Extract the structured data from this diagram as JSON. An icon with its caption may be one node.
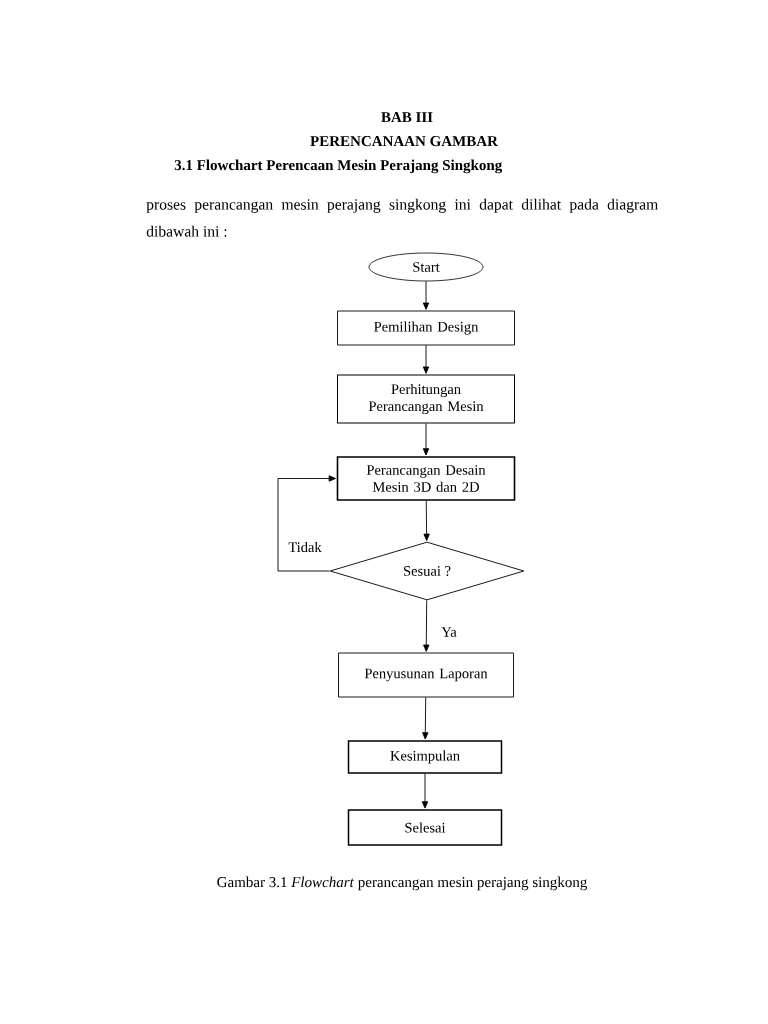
{
  "diagram": {
    "title": "3.1 Flowchart Perencaan Mesin Perajang Singkong",
    "caption": "Gambar 3.1 *Flowchart* perancangan mesin perajang singkong",
    "nodes": [
      {
        "text": [
          "Start"
        ]
      },
      {
        "text": [
          "Pemilihan Design"
        ]
      },
      {
        "text": [
          "Perhitungan Perancangan Mesin"
        ]
      },
      {
        "text": [
          "Perancangan Desain Mesin 3D dan 2D"
        ]
      },
      {
        "text": [
          "Sesuai ?"
        ]
      },
      {
        "text": [
          "Penyusunan Laporan"
        ]
      },
      {
        "text": [
          "Kesimpulan"
        ]
      },
      {
        "text": [
          "Selesai"
        ]
      }
    ],
    "edges": [
      {
        "from": 0,
        "to": 1,
        "arrow": "to"
      },
      {
        "from": 1,
        "to": 2,
        "arrow": "to"
      },
      {
        "from": 2,
        "to": 3,
        "arrow": "to"
      },
      {
        "from": 3,
        "to": 4,
        "arrow": "to"
      },
      {
        "from": 4,
        "to": 3,
        "arrow": "to",
        "label": "Tidak"
      },
      {
        "from": 4,
        "to": 5,
        "arrow": "to",
        "label": "Ya"
      },
      {
        "from": 5,
        "to": 6,
        "arrow": "to"
      },
      {
        "from": 6,
        "to": 7,
        "arrow": "to"
      }
    ],
    "labels": [
      "BAB III",
      "PERENCANAAN GAMBAR",
      "proses perancangan mesin perajang singkong ini dapat dilihat pada diagram dibawah ini :"
    ]
  }
}
